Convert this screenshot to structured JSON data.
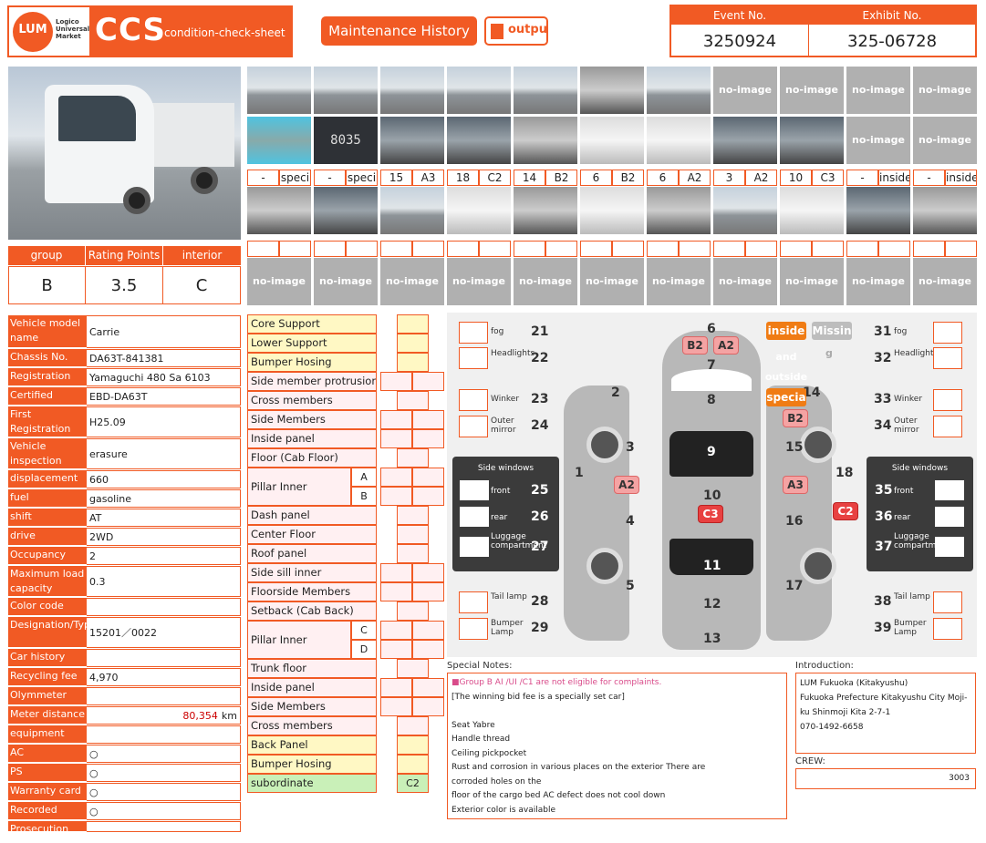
{
  "header": {
    "logo_text": "LUM",
    "logo_sub": "Logico Universal Market",
    "title": "CCS",
    "subtitle": "condition-check-sheet",
    "maintenance_button": "Maintenance History",
    "output_button": "outpu",
    "event_no_label": "Event No.",
    "event_no": "3250924",
    "exhibit_no_label": "Exhibit No.",
    "exhibit_no": "325-06728"
  },
  "rating": {
    "group_label": "group",
    "group": "B",
    "points_label": "Rating Points",
    "points": "3.5",
    "interior_label": "interior",
    "interior": "C"
  },
  "thumbs": {
    "no_image": "no-image",
    "meter_reading": "8035"
  },
  "photo_labels": [
    [
      "-",
      "speci"
    ],
    [
      "-",
      "speci"
    ],
    [
      "15",
      "A3"
    ],
    [
      "18",
      "C2"
    ],
    [
      "14",
      "B2"
    ],
    [
      "6",
      "B2"
    ],
    [
      "6",
      "A2"
    ],
    [
      "3",
      "A2"
    ],
    [
      "10",
      "C3"
    ],
    [
      "-",
      "inside"
    ],
    [
      "-",
      "inside"
    ]
  ],
  "info": [
    {
      "label": "Vehicle model name",
      "value": "Carrie"
    },
    {
      "label": "Chassis No.",
      "value": "DA63T-841381"
    },
    {
      "label": "Registration No.",
      "value": "Yamaguchi 480 Sa 6103"
    },
    {
      "label": "Certified Model",
      "value": "EBD-DA63T"
    },
    {
      "label": "First Registration",
      "value": "H25.09"
    },
    {
      "label": "Vehicle inspection deadline",
      "value": "erasure"
    },
    {
      "label": "displacement",
      "value": "660"
    },
    {
      "label": "fuel",
      "value": "gasoline"
    },
    {
      "label": "shift",
      "value": "AT"
    },
    {
      "label": "drive",
      "value": "2WD"
    },
    {
      "label": "Occupancy",
      "value": "2"
    },
    {
      "label": "Maximum load capacity",
      "value": "0.3"
    },
    {
      "label": "Color code",
      "value": ""
    },
    {
      "label": "Designation/Type",
      "value": "15201／0022"
    },
    {
      "label": "Car history",
      "value": ""
    },
    {
      "label": "Recycling fee",
      "value": "4,970"
    },
    {
      "label": "Olymmeter",
      "value": ""
    },
    {
      "label": "Meter distance",
      "value": "80,354"
    },
    {
      "label": "equipment",
      "value": ""
    },
    {
      "label": "AC",
      "value": "○"
    },
    {
      "label": "PS",
      "value": "○"
    },
    {
      "label": "Warranty card",
      "value": "○"
    },
    {
      "label": "Recorded",
      "value": "○"
    },
    {
      "label": "Prosecution Sel",
      "value": ""
    }
  ],
  "meter_unit": "km",
  "checklist": [
    {
      "label": "Core Support",
      "value": ""
    },
    {
      "label": "Lower Support",
      "value": ""
    },
    {
      "label": "Bumper Hosing",
      "value": ""
    },
    {
      "label": "Side member protrusion",
      "value": ""
    },
    {
      "label": "Cross members",
      "value": ""
    },
    {
      "label": "Side Members",
      "value": ""
    },
    {
      "label": "Inside panel",
      "value": ""
    },
    {
      "label": "Floor (Cab Floor)",
      "value": ""
    },
    {
      "label": "Pillar Inner",
      "value": "",
      "sub": [
        "A",
        "B"
      ]
    },
    {
      "label": "Dash panel",
      "value": ""
    },
    {
      "label": "Center Floor",
      "value": ""
    },
    {
      "label": "Roof panel",
      "value": ""
    },
    {
      "label": "Side sill inner",
      "value": ""
    },
    {
      "label": "Floorside Members",
      "value": ""
    },
    {
      "label": "Setback (Cab Back)",
      "value": ""
    },
    {
      "label": "Pillar Inner",
      "value": "",
      "sub": [
        "C",
        "D"
      ]
    },
    {
      "label": "Trunk floor",
      "value": ""
    },
    {
      "label": "Inside panel",
      "value": ""
    },
    {
      "label": "Side Members",
      "value": ""
    },
    {
      "label": "Cross members",
      "value": ""
    },
    {
      "label": "Back Panel",
      "value": ""
    },
    {
      "label": "Bumper Hosing",
      "value": ""
    },
    {
      "label": "subordinate",
      "value": "C2"
    }
  ],
  "diagram": {
    "inside_label": "inside",
    "inside_sub": "and outside",
    "missing_label": "Missin",
    "missing_sub": "g",
    "special_label": "specia",
    "side_windows": "Side windows",
    "left": {
      "fog": "fog",
      "fog_n": "21",
      "headlights": "Headlights",
      "headlights_n": "22",
      "winker": "Winker",
      "winker_n": "23",
      "mirror": "Outer mirror",
      "mirror_n": "24",
      "front": "front",
      "front_n": "25",
      "rear": "rear",
      "rear_n": "26",
      "luggage": "Luggage compartment",
      "luggage_n": "27",
      "tail": "Tail lamp",
      "tail_n": "28",
      "bumper": "Bumper Lamp",
      "bumper_n": "29"
    },
    "right": {
      "fog": "fog",
      "fog_n": "31",
      "headlights": "Headlights",
      "headlights_n": "32",
      "winker": "Winker",
      "winker_n": "33",
      "mirror": "Outer mirror",
      "mirror_n": "34",
      "front": "front",
      "front_n": "35",
      "rear": "rear",
      "rear_n": "36",
      "luggage": "Luggage compartment",
      "luggage_n": "37",
      "tail": "Tail lamp",
      "tail_n": "38",
      "bumper": "Bumper Lamp",
      "bumper_n": "39"
    },
    "numbers": [
      "1",
      "2",
      "3",
      "4",
      "5",
      "6",
      "7",
      "8",
      "9",
      "10",
      "11",
      "12",
      "13",
      "14",
      "15",
      "16",
      "17",
      "18"
    ],
    "tags": {
      "t6a": "B2",
      "t6b": "A2",
      "t14": "B2",
      "t3": "A2",
      "t10": "C3",
      "t15": "A3",
      "t18": "C2"
    }
  },
  "notes": {
    "title": "Special Notes:",
    "warning": "■Group B AI /UI /C1 are not eligible for complaints.",
    "lines": [
      "[The winning bid fee is a specially set car]",
      "",
      "Seat Yabre",
      "Handle thread",
      "Ceiling pickpocket",
      "Rust and corrosion in various places on the exterior There are",
      "corroded holes on the",
      "floor of the cargo bed AC defect does not cool down",
      "Exterior color is available"
    ]
  },
  "intro": {
    "title": "Introduction:",
    "line1": "LUM Fukuoka (Kitakyushu)",
    "line2": "Fukuoka Prefecture Kitakyushu City Moji-ku Shinmoji Kita 2-7-1",
    "line3": "070-1492-6658"
  },
  "crew": {
    "title": "CREW:",
    "value": "3003"
  },
  "colors": {
    "accent": "#f15a24",
    "tag": "#f4a3a3",
    "tag_red": "#e84141"
  }
}
